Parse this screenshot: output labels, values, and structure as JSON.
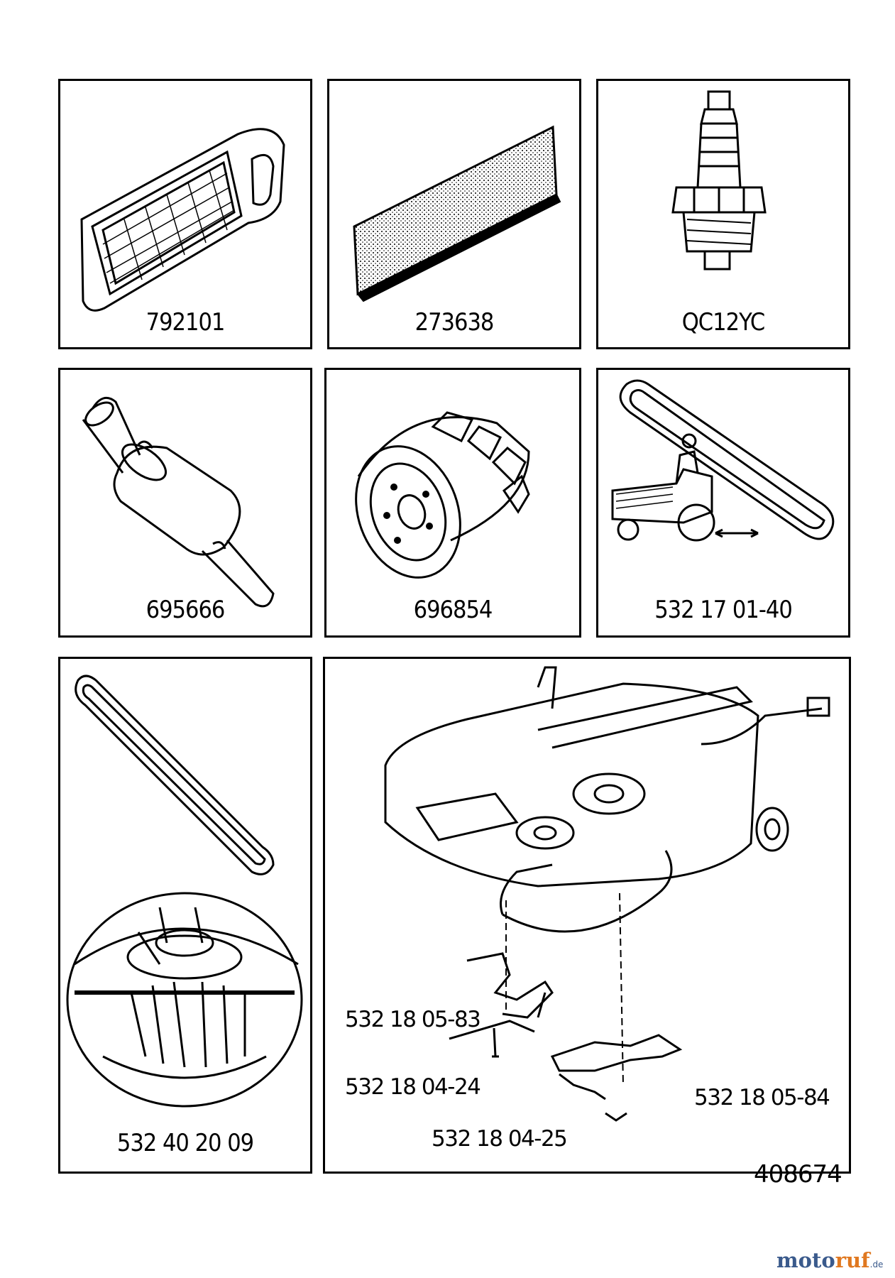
{
  "parts": [
    {
      "part_no": "792101",
      "icon": "air-filter-icon"
    },
    {
      "part_no": "273638",
      "icon": "pre-filter-icon"
    },
    {
      "part_no": "QC12YC",
      "icon": "spark-plug-icon"
    },
    {
      "part_no": "695666",
      "icon": "fuel-filter-icon"
    },
    {
      "part_no": "696854",
      "icon": "oil-filter-icon"
    },
    {
      "part_no": "532 17 01-40",
      "icon": "drive-belt-tractor-icon"
    },
    {
      "part_no": "532 40 20 09",
      "icon": "belt-and-pulley-icon"
    }
  ],
  "deck": {
    "icon": "mower-deck-icon",
    "callouts": [
      "532 18 05-83",
      "532 18 04-24",
      "532 18 05-84",
      "532 18 04-25"
    ]
  },
  "diagram_number": "408674",
  "watermark": {
    "part1": "moto",
    "part2": "ruf",
    "suffix": ".de"
  }
}
